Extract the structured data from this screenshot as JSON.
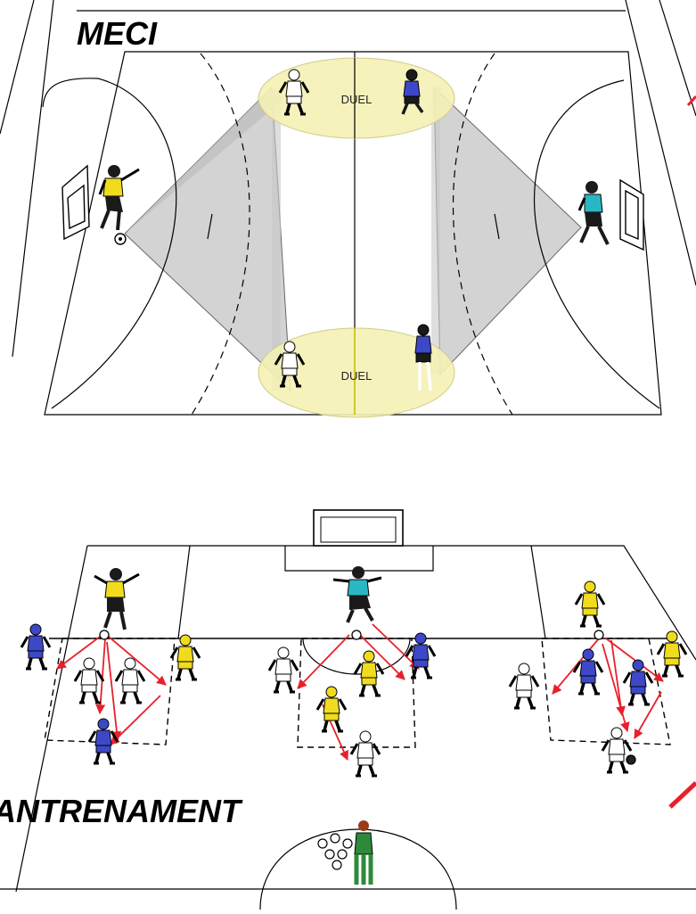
{
  "diagram_top": {
    "title": "MECI",
    "zones": [
      {
        "label": "DUEL"
      },
      {
        "label": "DUEL"
      }
    ]
  },
  "diagram_bottom": {
    "title": "ANTRENAMENT"
  },
  "colors": {
    "field_lines": "#000000",
    "duel_zone": "#f4f1b4",
    "shadow_zone": "#c4c4c4",
    "arrow": "#e8202a",
    "team_blue": "#3d48c8",
    "team_white": "#ffffff",
    "team_yellow": "#f0dc1c",
    "goalkeeper_cyan": "#2ab7c4",
    "coach_green": "#2e8a3a"
  },
  "icons": [
    "player-icon",
    "goalkeeper-icon",
    "ball-icon",
    "goal-icon",
    "coach-icon"
  ]
}
